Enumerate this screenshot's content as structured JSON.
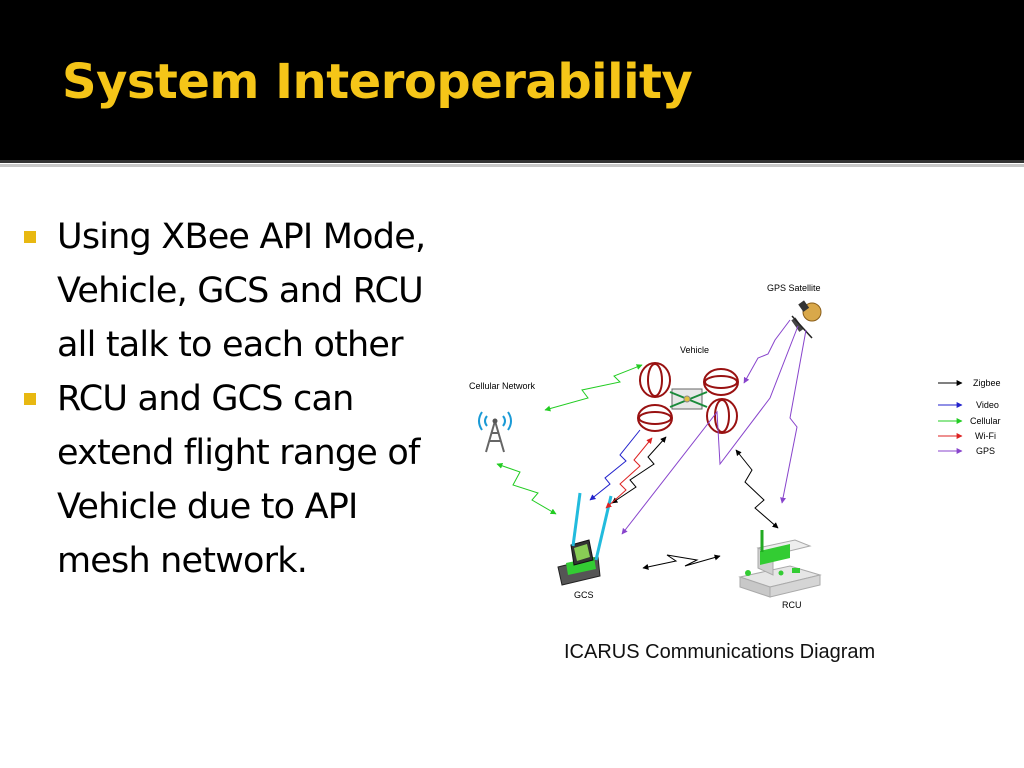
{
  "slide": {
    "title": "System Interoperability",
    "colors": {
      "title_bar": "#000000",
      "title_text": "#f5c518",
      "bullet_marker": "#e8b811"
    },
    "bullets": [
      {
        "lines": [
          "Using XBee API Mode,",
          "Vehicle, GCS and RCU",
          "all talk to each other"
        ]
      },
      {
        "lines": [
          "RCU and GCS can",
          "extend flight range of",
          "Vehicle due to API",
          "mesh network."
        ]
      }
    ]
  },
  "diagram": {
    "caption": "ICARUS Communications Diagram",
    "nodes": {
      "gps_satellite": "GPS Satellite",
      "vehicle": "Vehicle",
      "cellular_network": "Cellular Network",
      "gcs": "GCS",
      "rcu": "RCU"
    },
    "legend": [
      {
        "label": "Zigbee",
        "color": "#000000"
      },
      {
        "label": "Video",
        "color": "#2222cc"
      },
      {
        "label": "Cellular",
        "color": "#22cc22"
      },
      {
        "label": "Wi-Fi",
        "color": "#dd2222"
      },
      {
        "label": "GPS",
        "color": "#8844cc"
      }
    ],
    "icons": {
      "gps_satellite": "satellite-icon",
      "vehicle": "quadrotor-icon",
      "cellular_network": "cell-tower-icon",
      "gcs": "laptop-case-icon",
      "rcu": "control-unit-icon"
    }
  }
}
